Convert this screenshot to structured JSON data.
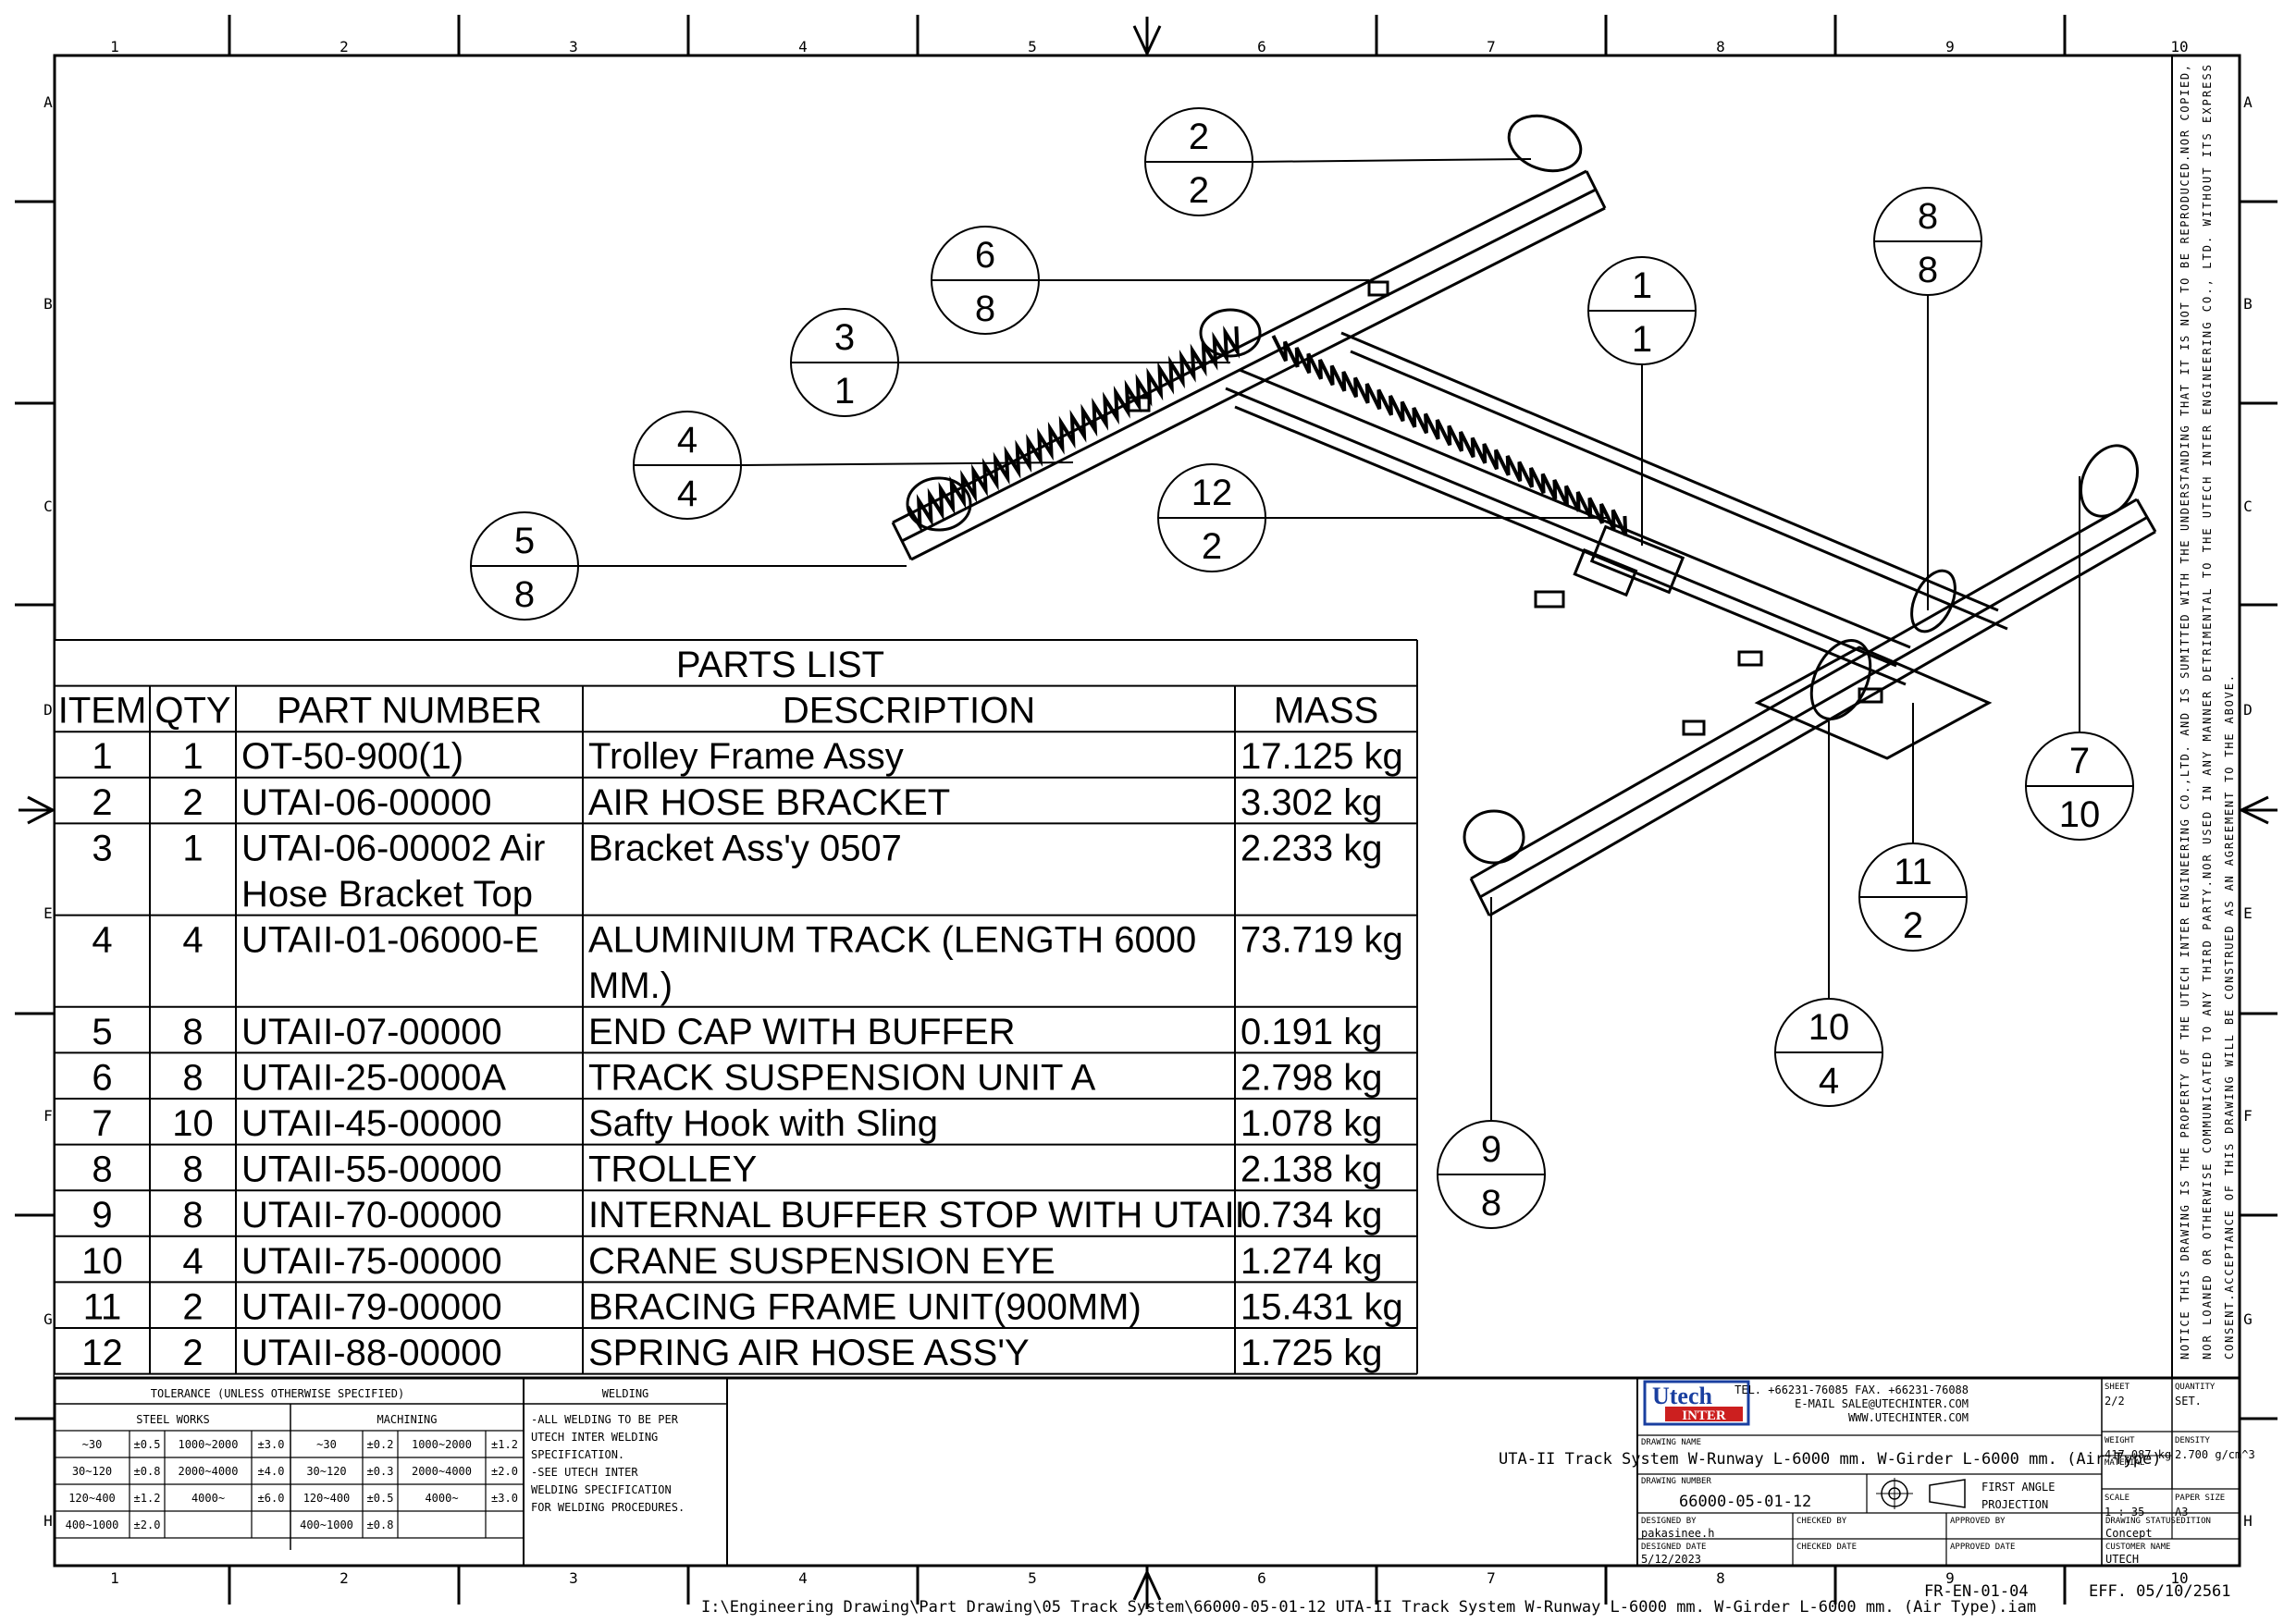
{
  "zones": {
    "columns": [
      "1",
      "2",
      "3",
      "4",
      "5",
      "6",
      "7",
      "8",
      "9",
      "10"
    ],
    "rows": [
      "A",
      "B",
      "C",
      "D",
      "E",
      "F",
      "G",
      "H"
    ]
  },
  "parts_list": {
    "title": "PARTS LIST",
    "headers": [
      "ITEM",
      "QTY",
      "PART NUMBER",
      "DESCRIPTION",
      "MASS"
    ],
    "rows": [
      {
        "item": "1",
        "qty": "1",
        "part": [
          "OT-50-900(1)"
        ],
        "desc": [
          "Trolley Frame Assy"
        ],
        "mass": "17.125 kg"
      },
      {
        "item": "2",
        "qty": "2",
        "part": [
          "UTAI-06-00000"
        ],
        "desc": [
          "AIR HOSE BRACKET"
        ],
        "mass": "3.302 kg"
      },
      {
        "item": "3",
        "qty": "1",
        "part": [
          "UTAI-06-00002 Air",
          "Hose Bracket Top"
        ],
        "desc": [
          "Bracket Ass'y 0507"
        ],
        "mass": "2.233 kg"
      },
      {
        "item": "4",
        "qty": "4",
        "part": [
          "UTAII-01-06000-E"
        ],
        "desc": [
          "ALUMINIUM TRACK (LENGTH 6000",
          "MM.)"
        ],
        "mass": "73.719 kg"
      },
      {
        "item": "5",
        "qty": "8",
        "part": [
          "UTAII-07-00000"
        ],
        "desc": [
          "END CAP WITH BUFFER"
        ],
        "mass": "0.191 kg"
      },
      {
        "item": "6",
        "qty": "8",
        "part": [
          "UTAII-25-0000A"
        ],
        "desc": [
          "TRACK SUSPENSION UNIT A"
        ],
        "mass": "2.798 kg"
      },
      {
        "item": "7",
        "qty": "10",
        "part": [
          "UTAII-45-00000"
        ],
        "desc": [
          "Safty Hook with Sling"
        ],
        "mass": "1.078 kg"
      },
      {
        "item": "8",
        "qty": "8",
        "part": [
          "UTAII-55-00000"
        ],
        "desc": [
          "TROLLEY"
        ],
        "mass": "2.138 kg"
      },
      {
        "item": "9",
        "qty": "8",
        "part": [
          "UTAII-70-00000"
        ],
        "desc": [
          "INTERNAL BUFFER STOP WITH UTAII"
        ],
        "mass": "0.734 kg"
      },
      {
        "item": "10",
        "qty": "4",
        "part": [
          "UTAII-75-00000"
        ],
        "desc": [
          "CRANE SUSPENSION EYE"
        ],
        "mass": "1.274 kg"
      },
      {
        "item": "11",
        "qty": "2",
        "part": [
          "UTAII-79-00000"
        ],
        "desc": [
          "BRACING FRAME UNIT(900MM)"
        ],
        "mass": "15.431 kg"
      },
      {
        "item": "12",
        "qty": "2",
        "part": [
          "UTAII-88-00000"
        ],
        "desc": [
          "SPRING AIR HOSE ASS'Y"
        ],
        "mass": "1.725 kg"
      }
    ]
  },
  "balloons": [
    {
      "item": "2",
      "qty": "2"
    },
    {
      "item": "6",
      "qty": "8"
    },
    {
      "item": "3",
      "qty": "1"
    },
    {
      "item": "4",
      "qty": "4"
    },
    {
      "item": "5",
      "qty": "8"
    },
    {
      "item": "12",
      "qty": "2"
    },
    {
      "item": "1",
      "qty": "1"
    },
    {
      "item": "8",
      "qty": "8"
    },
    {
      "item": "7",
      "qty": "10"
    },
    {
      "item": "11",
      "qty": "2"
    },
    {
      "item": "10",
      "qty": "4"
    },
    {
      "item": "9",
      "qty": "8"
    }
  ],
  "notice": {
    "lines": [
      "NOTICE THIS DRAWING IS THE PROPERTY OF THE UTECH INTER ENGINEERING CO.,LTD. AND IS SUMITTED WITH THE UNDERSTANDING THAT IT IS NOT TO BE REPRODUCED.NOR COPIED,",
      "NOR LOANED OR OTHERWISE COMMUNICATED TO ANY THIRD PARTY.NOR USED IN ANY MANNER DETRIMENTAL TO THE UTECH INTER ENGINEERING CO., LTD. WITHOUT ITS EXPRESS",
      "CONSENT.ACCEPTANCE OF THIS DRAWING WILL BE CONSTRUED AS AN AGREEMENT TO THE ABOVE."
    ]
  },
  "tolerance": {
    "title": "TOLERANCE (UNLESS OTHERWISE SPECIFIED)",
    "steel_title": "STEEL WORKS",
    "machining_title": "MACHINING",
    "steel_rows": [
      [
        "~30",
        "±0.5",
        "1000~2000",
        "±3.0"
      ],
      [
        "30~120",
        "±0.8",
        "2000~4000",
        "±4.0"
      ],
      [
        "120~400",
        "±1.2",
        "4000~",
        "±6.0"
      ],
      [
        "400~1000",
        "±2.0",
        "",
        ""
      ]
    ],
    "machining_rows": [
      [
        "~30",
        "±0.2",
        "1000~2000",
        "±1.2"
      ],
      [
        "30~120",
        "±0.3",
        "2000~4000",
        "±2.0"
      ],
      [
        "120~400",
        "±0.5",
        "4000~",
        "±3.0"
      ],
      [
        "400~1000",
        "±0.8",
        "",
        ""
      ]
    ]
  },
  "welding": {
    "title": "WELDING",
    "lines": [
      "-ALL WELDING TO BE PER",
      "UTECH INTER WELDING",
      "SPECIFICATION.",
      "-SEE UTECH INTER",
      "WELDING SPECIFICATION",
      "FOR WELDING PROCEDURES."
    ]
  },
  "title_block": {
    "logo_top": "Utech",
    "logo_bottom": "INTER",
    "contact": [
      "TEL. +66231-76085 FAX. +66231-76088",
      "E-MAIL SALE@UTECHINTER.COM",
      "WWW.UTECHINTER.COM"
    ],
    "sheet_label": "SHEET",
    "sheet": "2/2",
    "quantity_label": "QUANTITY",
    "quantity": "SET.",
    "drawing_name_label": "DRAWING NAME",
    "drawing_name": "UTA-II Track System W-Runway L-6000 mm. W-Girder L-6000 mm. (Air Type)",
    "weight_label": "WEIGHT",
    "weight": "417.087 kg",
    "density_label": "DENSITY",
    "density": "2.700 g/cm^3",
    "material_label": "MATERIAL",
    "drawing_number_label": "DRAWING NUMBER",
    "drawing_number": "66000-05-01-12",
    "projection": [
      "FIRST ANGLE",
      "PROJECTION"
    ],
    "scale_label": "SCALE",
    "scale": "1 : 35",
    "paper_label": "PAPER SIZE",
    "paper": "A3",
    "designed_by_label": "DESIGNED BY",
    "designed_by": "pakasinee.h",
    "checked_by_label": "CHECKED BY",
    "approved_by_label": "APPROVED BY",
    "status_label": "DRAWING STATUS",
    "status": "Concept",
    "edition_label": "EDITION",
    "designed_date_label": "DESIGNED DATE",
    "designed_date": "5/12/2023",
    "checked_date_label": "CHECKED DATE",
    "approved_date_label": "APPROVED DATE",
    "customer_label": "CUSTOMER NAME",
    "customer": "UTECH"
  },
  "footer": {
    "form_code": "FR-EN-01-04",
    "effective": "EFF. 05/10/2561",
    "path": "I:\\Engineering Drawing\\Part Drawing\\05 Track System\\66000-05-01-12 UTA-II Track System W-Runway L-6000 mm. W-Girder L-6000 mm. (Air Type).iam"
  },
  "colors": {
    "ink": "#000000",
    "logo_blue": "#1a3fa0",
    "logo_red": "#cc1f1f"
  }
}
